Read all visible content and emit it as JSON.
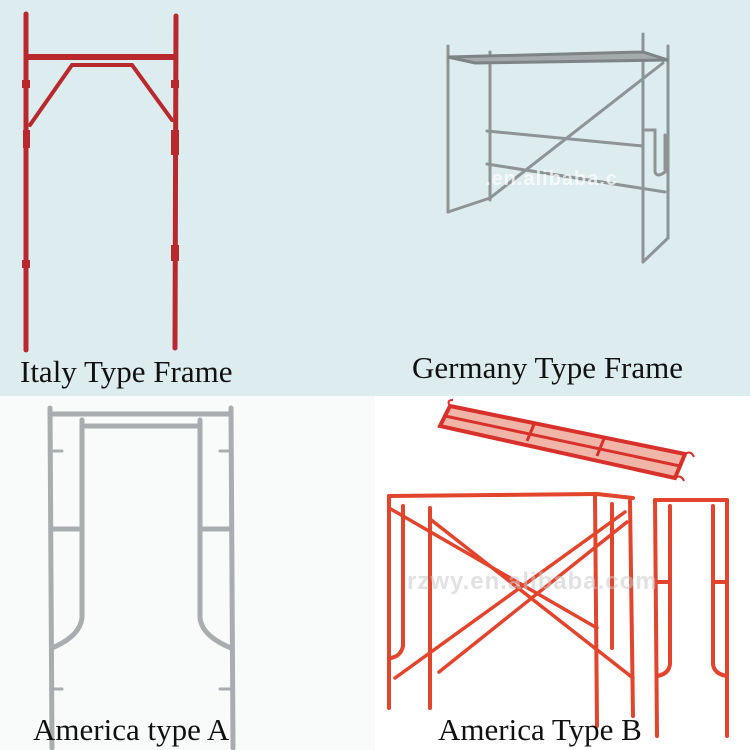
{
  "panels": [
    {
      "id": "italy",
      "caption": "Italy Type Frame",
      "frame_color": "#b8282c"
    },
    {
      "id": "germany",
      "caption": "Germany Type Frame",
      "frame_color": "#8e9496",
      "watermark": ".en.alibaba.c"
    },
    {
      "id": "america-a",
      "caption": "America type A",
      "frame_color": "#a9adb0"
    },
    {
      "id": "america-b",
      "caption": "America Type B",
      "frame_color": "#e2442c",
      "watermark": "rzwy.en.alibaba.com"
    }
  ],
  "colors": {
    "top_background": "#dcecef",
    "bottom_background": "#ffffff"
  }
}
